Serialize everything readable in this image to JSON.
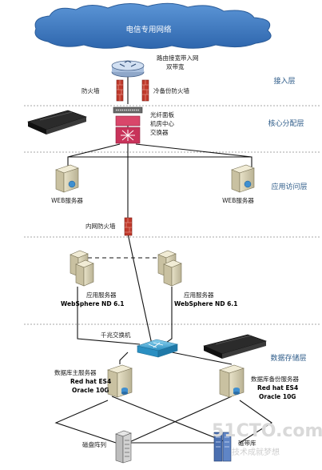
{
  "cloud": {
    "label": "电信专用网络"
  },
  "layers": {
    "access": "接入层",
    "core": "核心分配层",
    "app_access": "应用访问层",
    "storage": "数据存储层"
  },
  "access": {
    "router_line1": "路由接宽带入网",
    "router_line2": "双带宽",
    "firewall_left": "防火墙",
    "firewall_right": "冷备份防火墙"
  },
  "core": {
    "line1": "光纤面板",
    "line2": "机房中心",
    "line3": "交换器"
  },
  "web": {
    "left": "WEB服务器",
    "right": "WEB服务器"
  },
  "internal_firewall": "内网防火墙",
  "app_servers": {
    "left_line1": "应用服务器",
    "left_line2": "WebSphere ND 6.1",
    "right_line1": "应用服务器",
    "right_line2": "WebSphere ND 6.1"
  },
  "gigabit_switch": "千兆交换机",
  "db": {
    "main_line1": "数据库主服务器",
    "main_line2": "Red hat ES4",
    "main_line3": "Oracle 10G",
    "backup_line1": "数据库备份服务器",
    "backup_line2": "Red hat ES4",
    "backup_line3": "Oracle 10G"
  },
  "disk_array": "磁盘阵列",
  "tape_library": "磁带库",
  "watermark": {
    "main": "51CTO.com",
    "sub": "技术成就梦想"
  },
  "colors": {
    "cloud": "#3f7cc4",
    "layer_text": "#2f5d8a",
    "firewall": "#c0392b",
    "switch": "#d9466a",
    "gigabit_switch": "#3fa9d8"
  }
}
